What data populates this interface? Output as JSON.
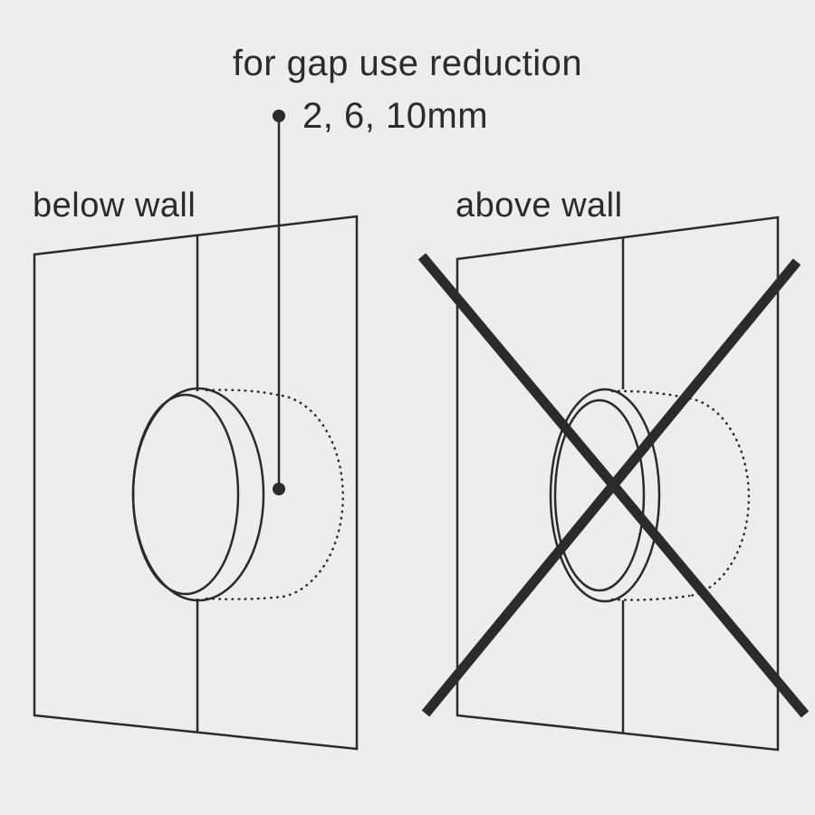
{
  "colors": {
    "background": "#ededed",
    "line": "#2b2b2b"
  },
  "annotation": {
    "title": "for gap use reduction",
    "measurement": "2, 6, 10mm"
  },
  "left_diagram": {
    "label": "below wall",
    "status": "correct"
  },
  "right_diagram": {
    "label": "above wall",
    "status": "crossed-out"
  }
}
